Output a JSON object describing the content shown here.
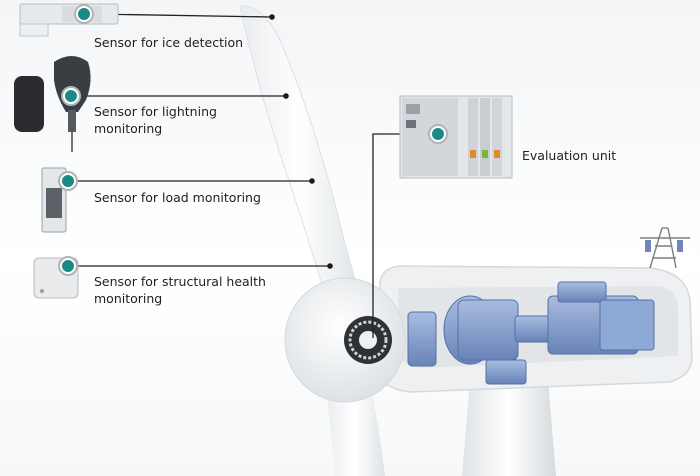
{
  "sensors": [
    {
      "id": "ice",
      "lines": [
        "Sensor for ice detection"
      ]
    },
    {
      "id": "lightning",
      "lines": [
        "Sensor for lightning",
        "monitoring"
      ]
    },
    {
      "id": "load",
      "lines": [
        "Sensor for load monitoring"
      ]
    },
    {
      "id": "structural",
      "lines": [
        "Sensor for structural health",
        "monitoring"
      ]
    }
  ],
  "evaluation_unit": {
    "label": "Evaluation unit"
  },
  "colors": {
    "accent_teal": "#1a8a84",
    "machine_blue": "#7f9ccd",
    "callout_line": "#222222",
    "turbine_white": "#f4f5f6"
  }
}
